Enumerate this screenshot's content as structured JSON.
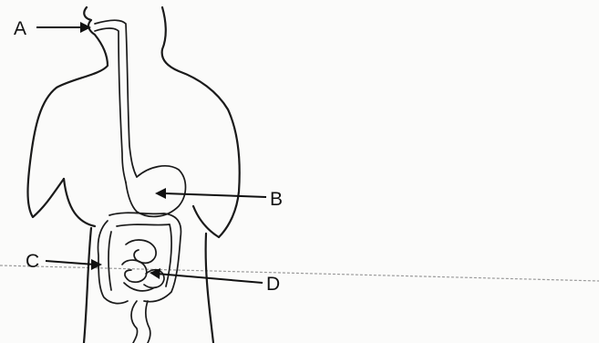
{
  "labels": {
    "a": "A",
    "b": "B",
    "c": "C",
    "d": "D"
  },
  "colors": {
    "ink": "#1a1a1a",
    "paper": "#fbfbfa"
  }
}
